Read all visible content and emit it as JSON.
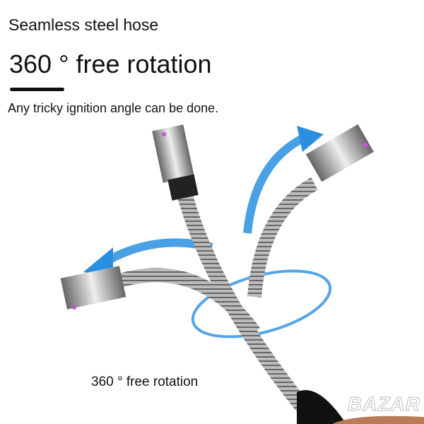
{
  "heading": "Seamless steel hose",
  "title": "360 ° free rotation",
  "subtitle": "Any tricky ignition angle can be done.",
  "caption": "360 ° free rotation",
  "watermark": "BAZAR",
  "colors": {
    "arrow": "#2a8fe0",
    "hose": "#9a9a9a",
    "head": "#555555",
    "text": "#111111"
  }
}
